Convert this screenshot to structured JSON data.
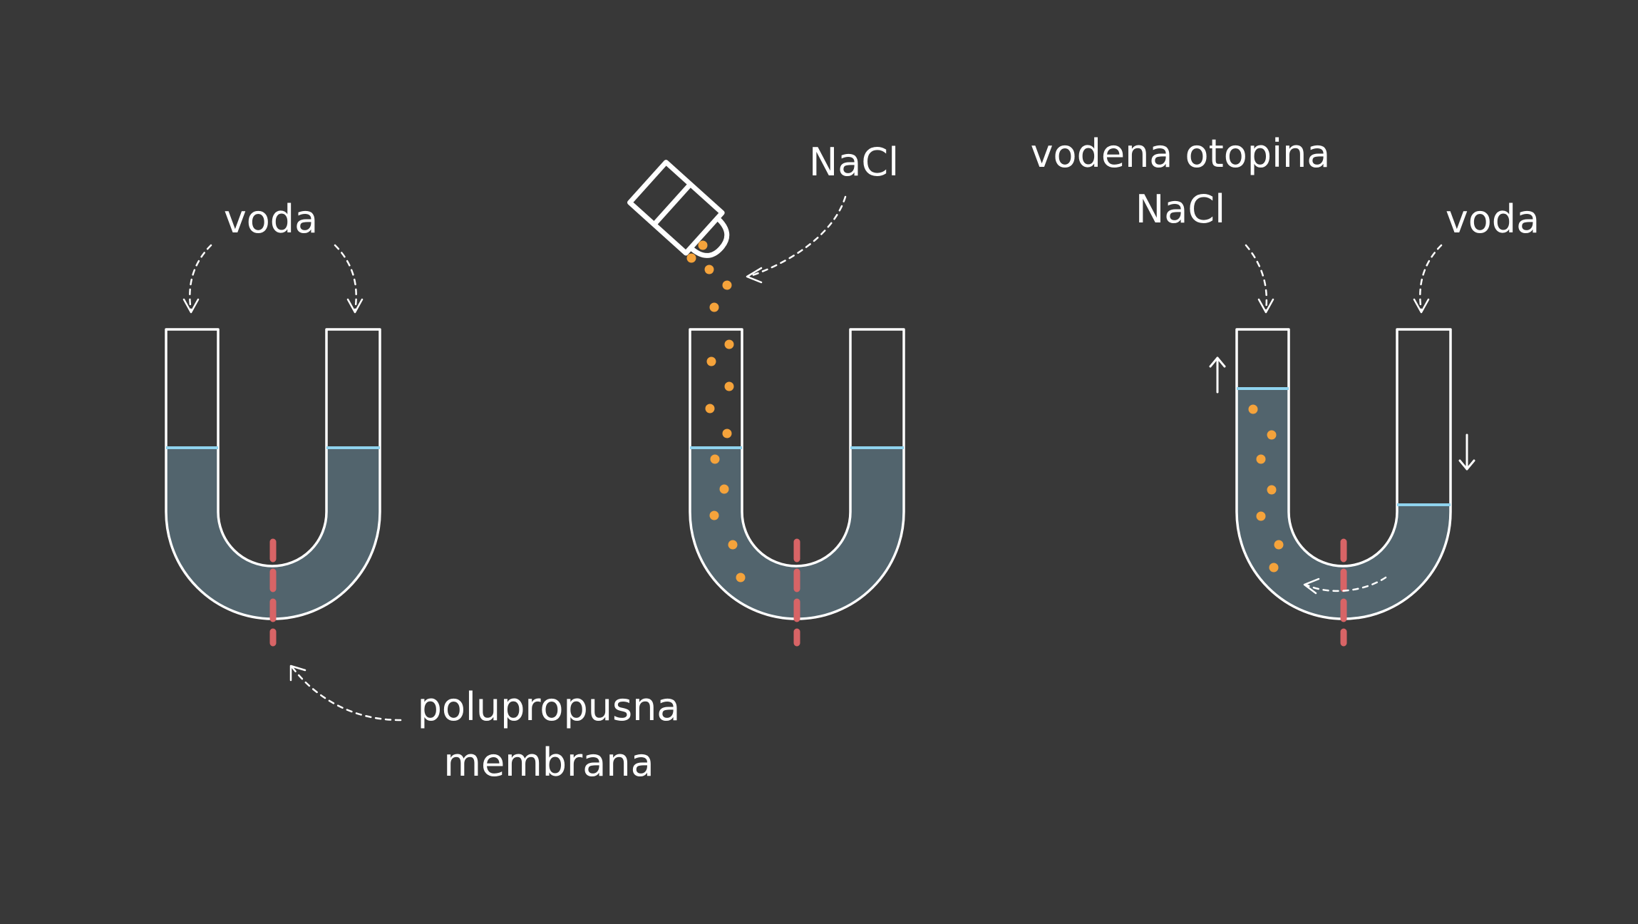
{
  "labels": {
    "water_left_1": "voda",
    "membrane_line1": "polupropusna",
    "membrane_line2": "membrana",
    "salt": "NaCl",
    "solution_line1": "vodena otopina",
    "solution_line2": "NaCl",
    "water_right_3": "voda"
  },
  "colors": {
    "background": "#383838",
    "fluid": "#52646d",
    "meniscus": "#8fd3ee",
    "membrane": "#d86466",
    "particle": "#f5a33b",
    "outline": "#ffffff"
  },
  "icons": {
    "salt_shaker": "salt-shaker-icon",
    "level_up": "arrow-up-icon",
    "level_down": "arrow-down-icon"
  },
  "tubes": [
    {
      "name": "tube-1-pure-water",
      "left_level": "equal",
      "right_level": "equal",
      "has_salt": false
    },
    {
      "name": "tube-2-salt-added",
      "left_level": "equal",
      "right_level": "equal",
      "has_salt": true
    },
    {
      "name": "tube-3-osmosis",
      "left_level": "raised",
      "right_level": "lowered",
      "has_salt": true
    }
  ]
}
